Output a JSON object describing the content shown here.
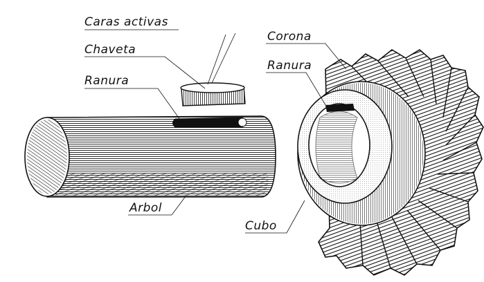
{
  "labels": {
    "caras_activas": "Caras activas",
    "chaveta": "Chaveta",
    "ranura_shaft": "Ranura",
    "arbol": "Arbol",
    "corona": "Corona",
    "ranura_gear": "Ranura",
    "cubo": "Cubo"
  },
  "parts": {
    "shaft": "shaft",
    "key": "key",
    "gear": "bevel-gear"
  },
  "colors": {
    "ink": "#111111",
    "paper": "#ffffff"
  }
}
